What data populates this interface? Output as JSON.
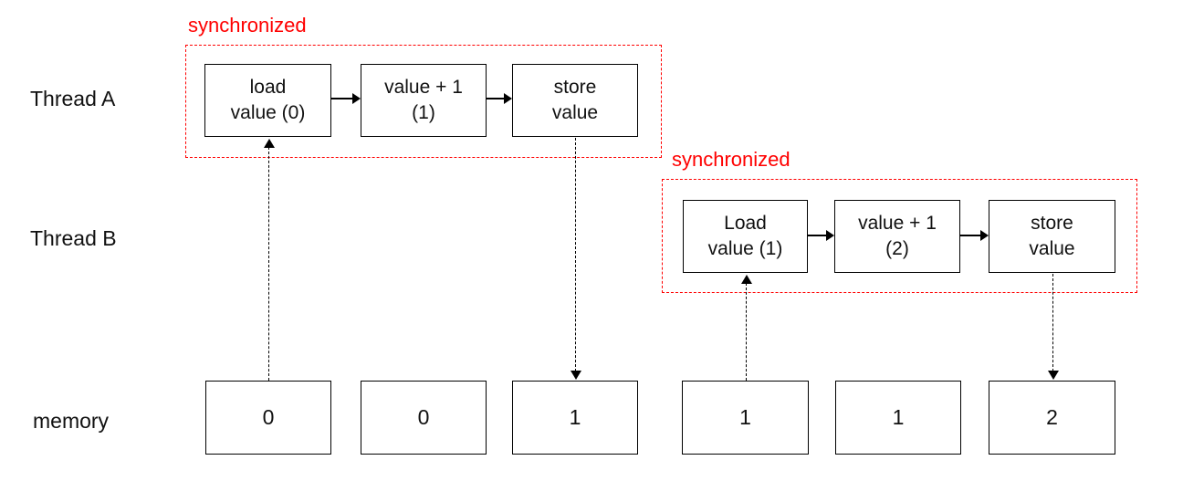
{
  "diagram": {
    "labels": {
      "thread_a": "Thread A",
      "thread_b": "Thread B",
      "memory": "memory"
    },
    "thread_a": {
      "sync_label": "synchronized",
      "steps": [
        {
          "line1": "load",
          "line2": "value (0)"
        },
        {
          "line1": "value + 1",
          "line2": "(1)"
        },
        {
          "line1": "store",
          "line2": "value"
        }
      ]
    },
    "thread_b": {
      "sync_label": "synchronized",
      "steps": [
        {
          "line1": "Load",
          "line2": "value (1)"
        },
        {
          "line1": "value + 1",
          "line2": "(2)"
        },
        {
          "line1": "store",
          "line2": "value"
        }
      ]
    },
    "memory_cells": [
      "0",
      "0",
      "1",
      "1",
      "1",
      "2"
    ],
    "colors": {
      "sync_red": "#ff0000",
      "line_black": "#000000",
      "background": "#ffffff"
    }
  }
}
